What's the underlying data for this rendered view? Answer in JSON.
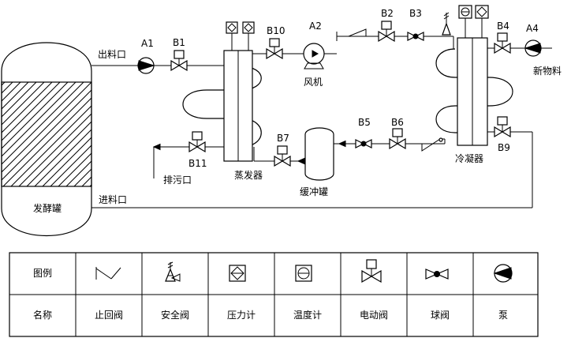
{
  "labels": {
    "tank": "发酵罐",
    "outlet": "出料口",
    "inlet": "进料口",
    "drain": "排污口",
    "evaporator": "蒸发器",
    "fan": "风机",
    "buffer_tank": "缓冲罐",
    "condenser": "冷凝器",
    "new_material": "新物料"
  },
  "tags": {
    "A1": "A1",
    "A2": "A2",
    "A4": "A4",
    "B1": "B1",
    "B2": "B2",
    "B3": "B3",
    "B4": "B4",
    "B5": "B5",
    "B6": "B6",
    "B7": "B7",
    "B9": "B9",
    "B10": "B10",
    "B11": "B11"
  },
  "legend": {
    "header_label": "图例",
    "name_label": "名称",
    "items": [
      {
        "name": "止回阀",
        "icon": "check-valve"
      },
      {
        "name": "安全阀",
        "icon": "safety-valve"
      },
      {
        "name": "压力计",
        "icon": "pressure-gauge"
      },
      {
        "name": "温度计",
        "icon": "thermometer"
      },
      {
        "name": "电动阀",
        "icon": "motorized-valve"
      },
      {
        "name": "球阀",
        "icon": "ball-valve"
      },
      {
        "name": "泵",
        "icon": "pump"
      }
    ]
  },
  "colors": {
    "line": "#000000",
    "background": "#ffffff"
  }
}
